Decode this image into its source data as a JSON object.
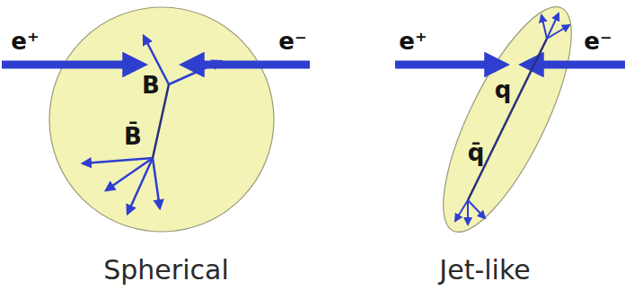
{
  "diagram": {
    "nodes": [
      {
        "text": [
          "B",
          "B̄"
        ]
      },
      {
        "text": [
          "q",
          "q̄"
        ]
      }
    ],
    "labels": [
      "e⁺",
      "e⁻",
      "e⁺",
      "e⁻",
      "Spherical",
      "Jet-like"
    ]
  }
}
